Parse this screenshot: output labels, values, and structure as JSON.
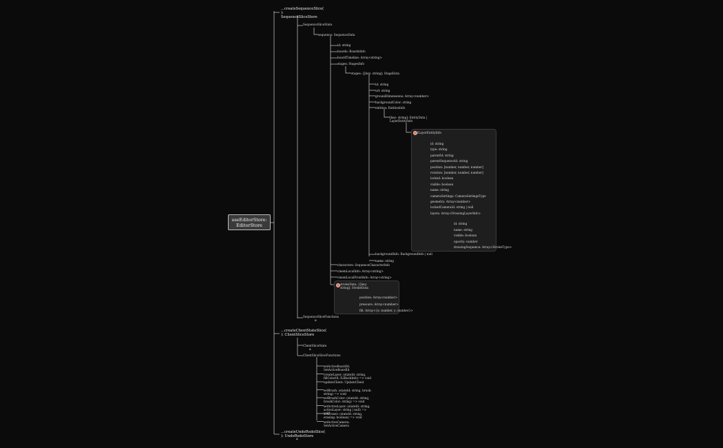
{
  "root": {
    "label": "useEditorStore: EditorStore"
  },
  "sequence": {
    "label": "...createSequenceSlice( ): SequenceSliceStore",
    "state_label": "SequenceSliceState",
    "sequence_label": "sequence: SequenceData",
    "fields": [
      "id: string",
      "boards: BoardsInfo",
      "boardTimeline: Array<string>",
      "stages: StagesInfo"
    ],
    "stage_key": "stages: {[key: string]: StageData",
    "stage_fields": [
      "id: string",
      "url: string",
      "groundDimensions: Array<number>",
      "backgroundColor: string",
      "entities: EntitiesInfo"
    ],
    "entities_key": "[key: string]: EntityData | LayerEntityInfo",
    "layer_label": "ILayerEntityInfo",
    "layer_fields": [
      "id: string",
      "type: string",
      "parentId: string",
      "parentSequenceId: string",
      "position: [number, number, number]",
      "rotation: [number, number, number]",
      "locked: boolean",
      "visible: boolean",
      "name: string",
      "cameraSettings: CameraSettingsType",
      "geometry: Array<number>",
      "lockedCameraId: string | null",
      "layers: Array<DrawingLayerInfo>"
    ],
    "drawing_fields": [
      "id: string",
      "name: string",
      "visible: boolean",
      "opacity: number",
      "drawingSequence: Array<StrokeType>"
    ],
    "stage_tail": [
      "backgroundInfo: BackgroundInfo | null",
      "name: string"
    ],
    "seq_tail": [
      "characters: SequenceCharacterInfo",
      "cinemLocalInfo: Array<string>",
      "cinemLocalFrontInfo: Array<string>"
    ],
    "stroke_label": "strokeData: {[key: string]: StrokeData",
    "stroke_fields": [
      "position: Array<number>",
      "pressure: Array<number>",
      "fill: Array<{x: number, y: number}>"
    ],
    "functions_label": "SequenceSliceFunctions"
  },
  "client": {
    "label": "...createClientStateSlice( ): ClientSliceStore",
    "state_label": "ClientSliceState",
    "functions_label": "ClientSliceSliceFunctions",
    "functions": [
      "setActiveBoardId: SetActiveBoardId",
      "createLayer: (stateId: string, fillColorId: ILBlockInfo) => void",
      "updateClient: UpdateClient",
      "setBrush: (stateId: string, brush: string) => void",
      "setBrushColor: (stateId: string, brushColor: string) => void",
      "setActiveLayer: (stateId: string, activeLayer: string | null) => void",
      "setEraser: (stateId: string, erasing: boolean) => void",
      "setActiveCamera: SetActiveCamera"
    ]
  },
  "undo": {
    "label": "...createUndoRedoSlice( ): UndoRedoStore"
  },
  "colors": {
    "bg": "#0b0b0b",
    "line": "#cfcfcf",
    "node_fill": "#3a3a3a",
    "panel": "#1e1e1e",
    "accent": "#e07a5f"
  }
}
